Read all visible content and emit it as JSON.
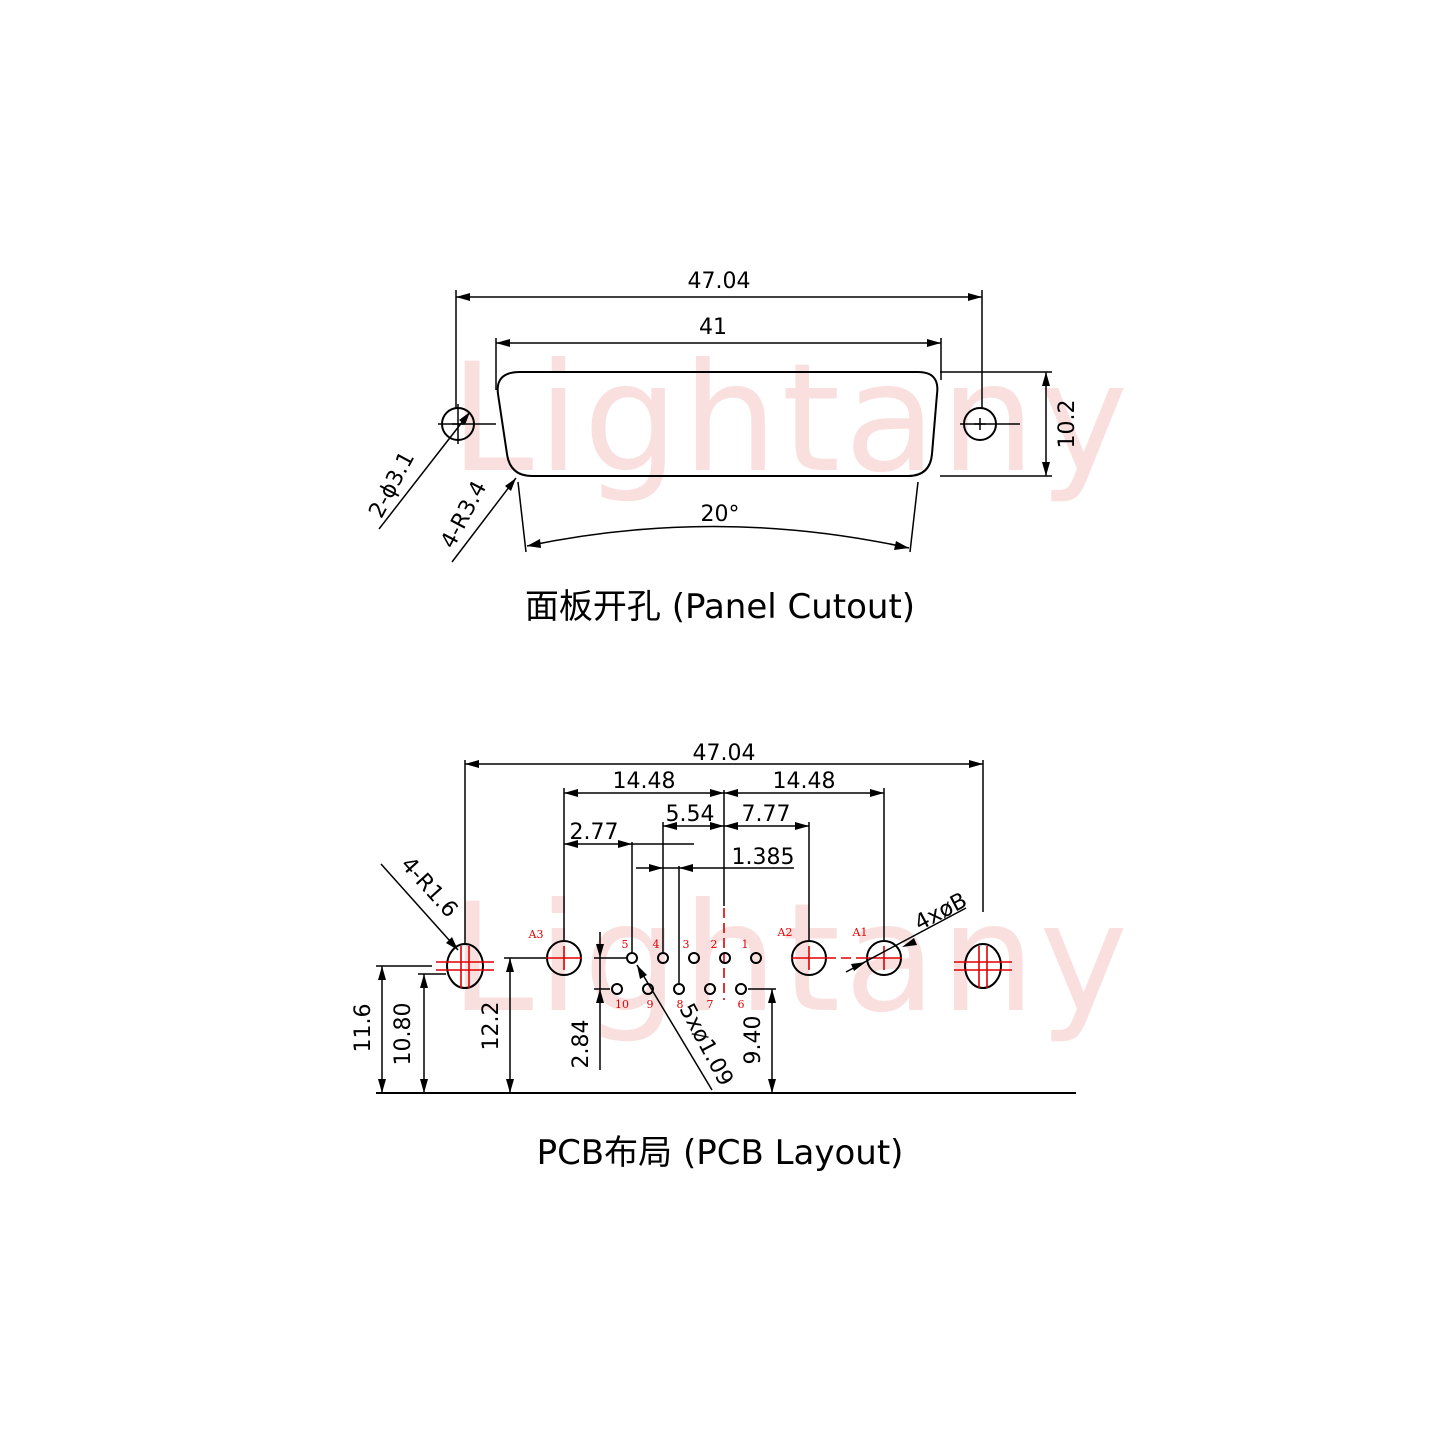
{
  "watermark": "Lightany",
  "panel": {
    "title": "面板开孔 (Panel Cutout)",
    "dims": {
      "overall_width": "47.04",
      "cutout_width": "41",
      "height": "10.2",
      "angle": "20°",
      "hole": "2-ϕ3.1",
      "corner_radius": "4-R3.4"
    }
  },
  "pcb": {
    "title": "PCB布局 (PCB Layout)",
    "dims": {
      "overall_width": "47.04",
      "left_span": "14.48",
      "right_span": "14.48",
      "pitch_5_54": "5.54",
      "pitch_7_77": "7.77",
      "pitch_2_77": "2.77",
      "pitch_1_385": "1.385",
      "corner_radius": "4-R1.6",
      "mount_hole": "4xøB",
      "pin_hole": "5xø1.09",
      "h_11_6": "11.6",
      "h_10_80": "10.80",
      "h_12_2": "12.2",
      "h_2_84": "2.84",
      "h_9_40": "9.40"
    },
    "labels": {
      "a1": "A1",
      "a2": "A2",
      "a3": "A3",
      "p1": "1",
      "p2": "2",
      "p3": "3",
      "p4": "4",
      "p5": "5",
      "p6": "6",
      "p7": "7",
      "p8": "8",
      "p9": "9",
      "p10": "10"
    }
  }
}
